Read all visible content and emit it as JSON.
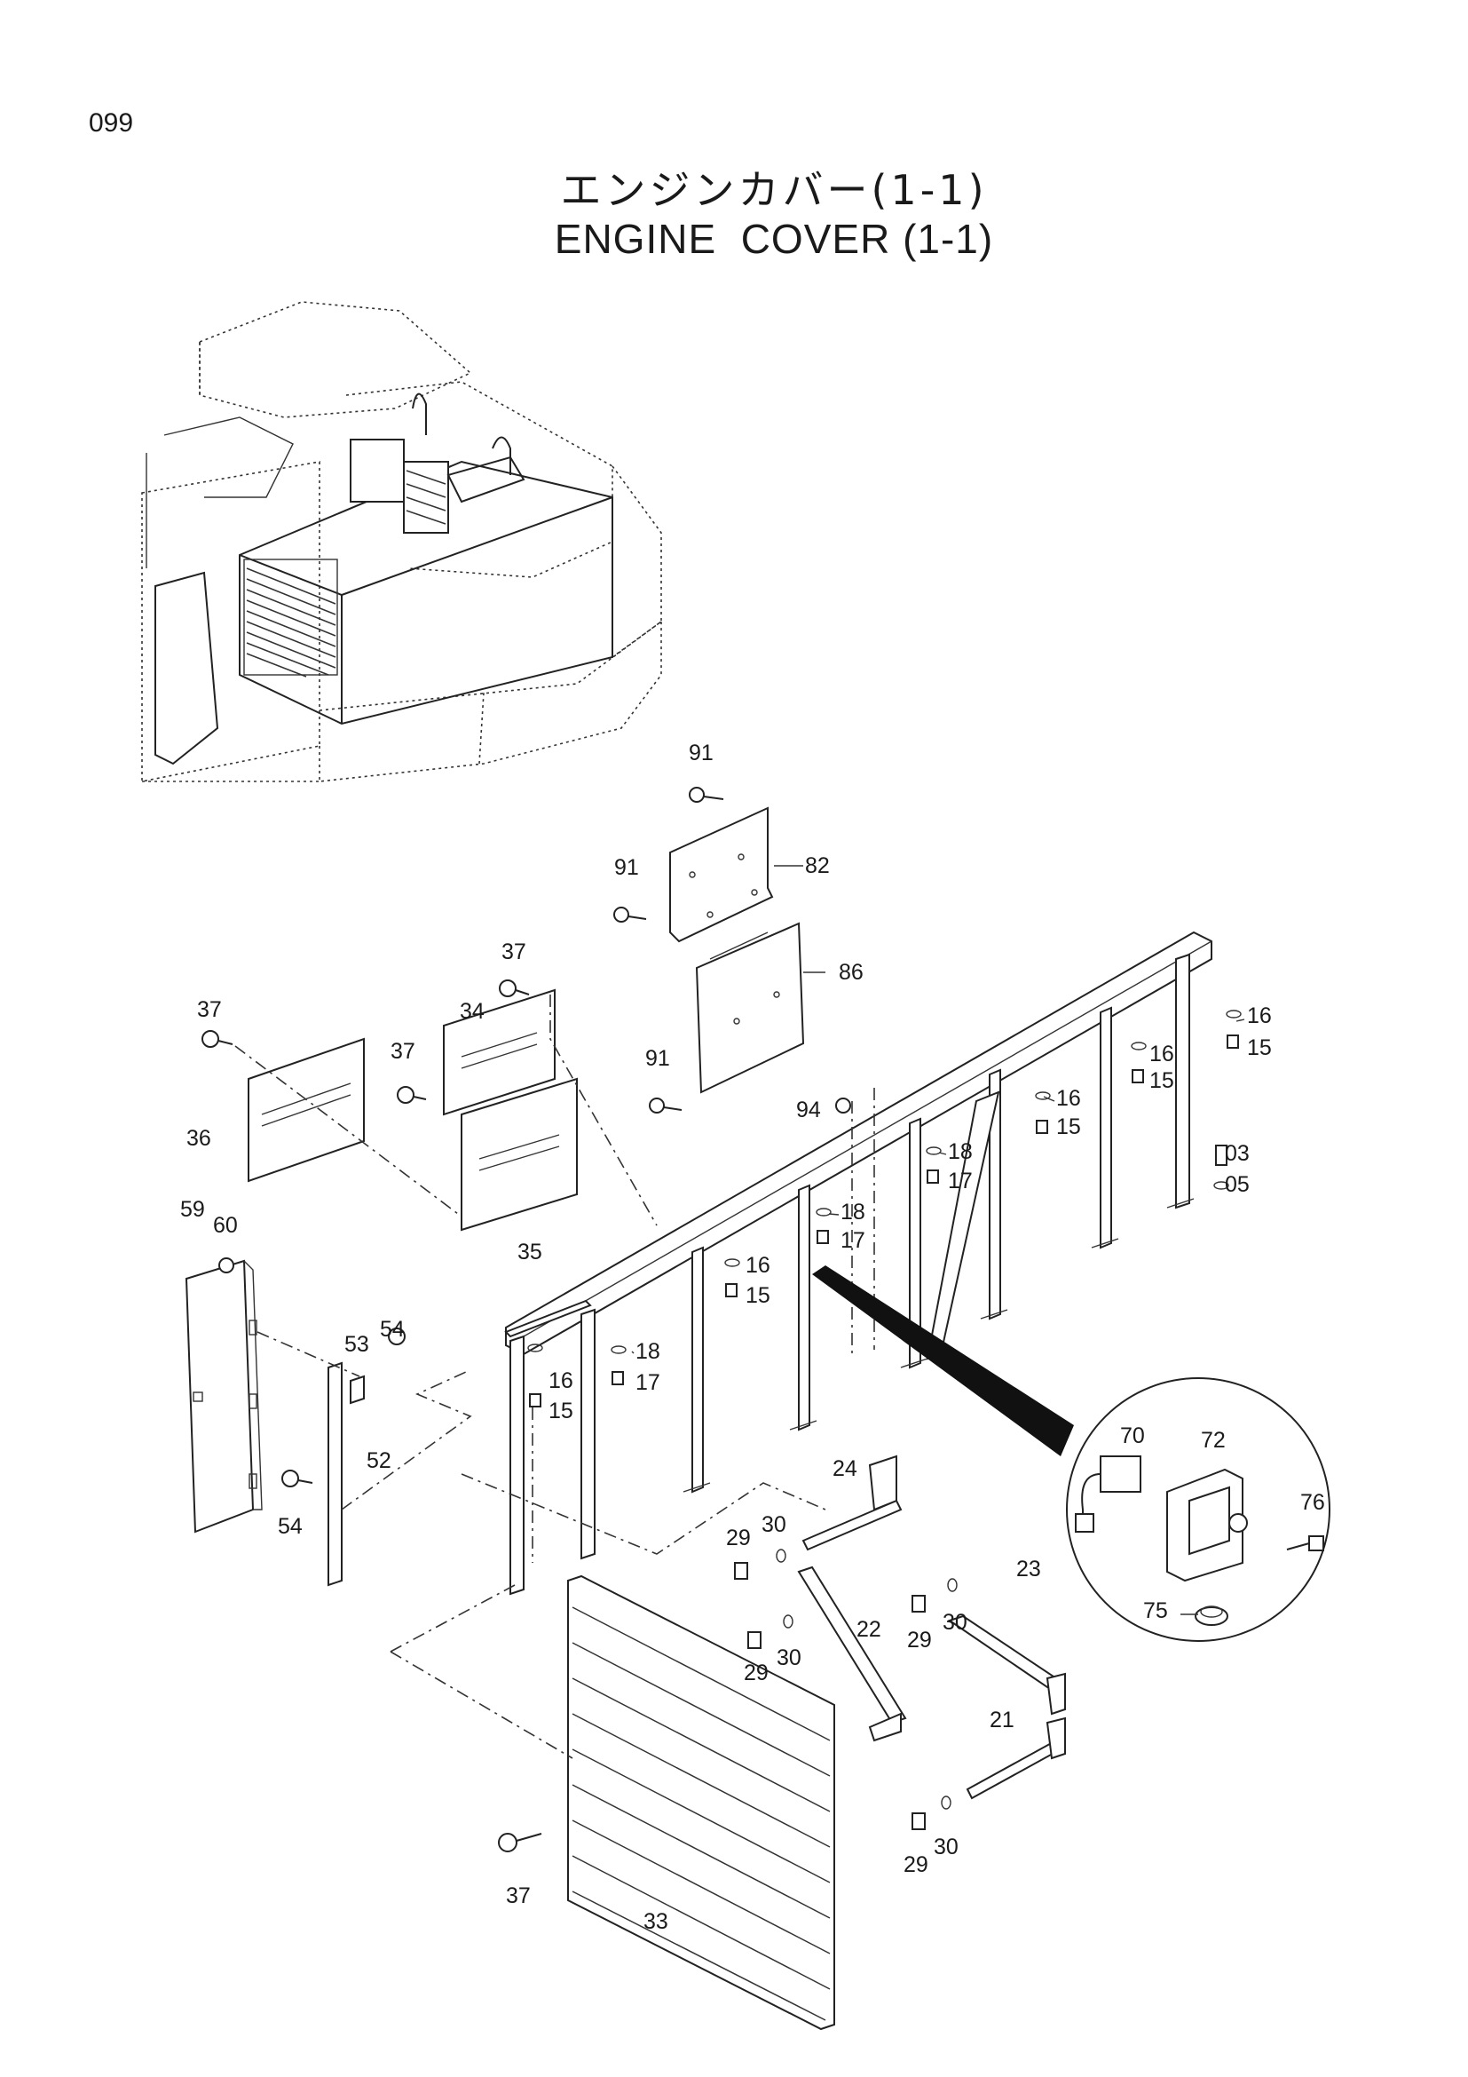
{
  "page_number": "099",
  "title_jp": "エンジンカバー(1-1)",
  "title_en": "ENGINE  COVER (1-1)",
  "callouts": {
    "c91a": "91",
    "c91b": "91",
    "c91c": "91",
    "c82": "82",
    "c86": "86",
    "c37a": "37",
    "c37b": "37",
    "c37c": "37",
    "c37d": "37",
    "c34": "34",
    "c36": "36",
    "c35": "35",
    "c94": "94",
    "c16a": "16",
    "c16b": "16",
    "c16c": "16",
    "c16d": "16",
    "c16e": "16",
    "c15a": "15",
    "c15b": "15",
    "c15c": "15",
    "c15d": "15",
    "c15e": "15",
    "c18a": "18",
    "c18b": "18",
    "c18c": "18",
    "c17a": "17",
    "c17b": "17",
    "c17c": "17",
    "c03": "03",
    "c05": "05",
    "c59": "59",
    "c60": "60",
    "c53": "53",
    "c54a": "54",
    "c54b": "54",
    "c52": "52",
    "c24": "24",
    "c29a": "29",
    "c30a": "30",
    "c29b": "29",
    "c30b": "30",
    "c29c": "29",
    "c30c": "30",
    "c29d": "29",
    "c30d": "30",
    "c22": "22",
    "c23": "23",
    "c21": "21",
    "c33": "33",
    "c70": "70",
    "c72": "72",
    "c76": "76",
    "c75": "75"
  }
}
